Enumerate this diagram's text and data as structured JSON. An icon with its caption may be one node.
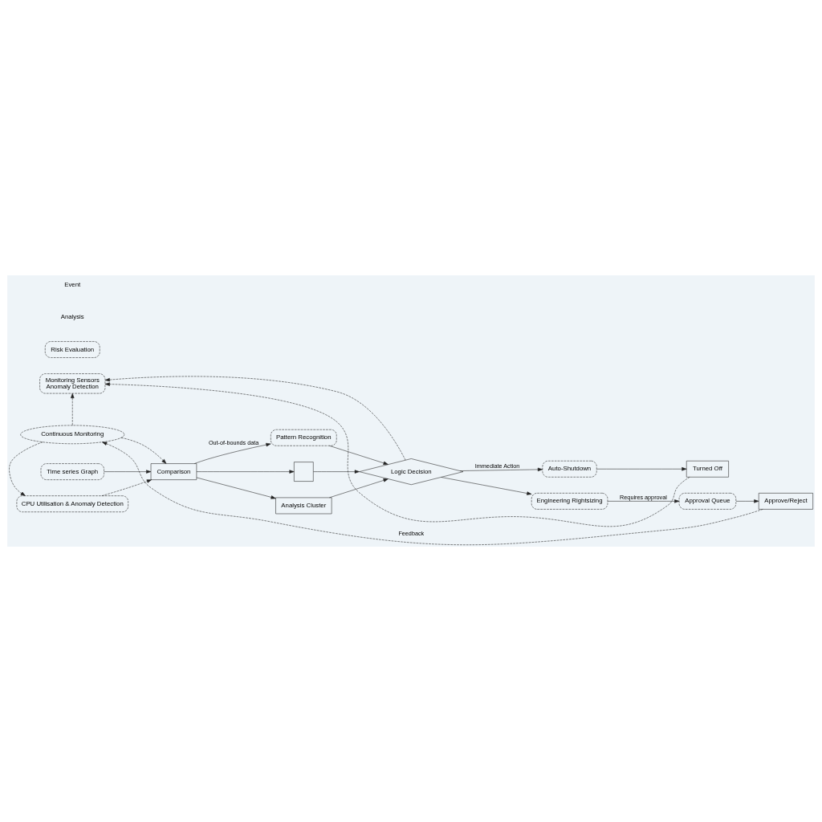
{
  "diagram": {
    "nodes": [
      {
        "text": [
          "Monitoring Sensors",
          "Anomaly Detection"
        ]
      },
      {
        "text": [
          "Time series Graph"
        ]
      },
      {
        "text": [
          "Comparison"
        ]
      },
      {
        "text": [
          "CPU Utilisation & Anomaly Detection"
        ]
      },
      {
        "text": [
          "Continuous Monitoring"
        ]
      },
      {
        "text": [
          "Pattern Recognition"
        ]
      },
      {
        "text": [
          "Risk Evaluation"
        ]
      },
      {
        "text": [],
        "shape": "box"
      },
      {
        "text": [
          "Analysis Cluster"
        ]
      },
      {
        "text": [
          "Logic Decision"
        ]
      },
      {
        "text": [
          "Auto-Shutdown"
        ]
      },
      {
        "text": [
          "Turned Off"
        ]
      },
      {
        "text": [
          "Engineering Rightsizing"
        ]
      },
      {
        "text": [
          "Approval Queue"
        ]
      },
      {
        "text": [
          "Approve/Reject"
        ]
      }
    ],
    "edges": [
      {
        "from": 1,
        "to": 2,
        "arrow": "to"
      },
      {
        "from": 3,
        "to": 2,
        "arrow": "to",
        "style": "dashed"
      },
      {
        "from": 4,
        "to": 3,
        "arrow": "to",
        "style": "dashed"
      },
      {
        "from": 4,
        "to": 2,
        "arrow": "to",
        "style": "dashed"
      },
      {
        "from": 4,
        "to": 0,
        "arrow": "to",
        "style": "dashed"
      },
      {
        "from": 2,
        "to": 5,
        "arrow": "to",
        "label": "Out-of-bounds data"
      },
      {
        "from": 2,
        "to": 7,
        "arrow": "to"
      },
      {
        "from": 2,
        "to": 8,
        "arrow": "to"
      },
      {
        "from": 5,
        "to": 9,
        "arrow": "to"
      },
      {
        "from": 7,
        "to": 9,
        "arrow": "to"
      },
      {
        "from": 8,
        "to": 9,
        "arrow": "to"
      },
      {
        "from": 9,
        "to": 10,
        "arrow": "to",
        "label": "Immediate Action"
      },
      {
        "from": 10,
        "to": 11,
        "arrow": "to"
      },
      {
        "from": 11,
        "to": 0,
        "arrow": "to",
        "style": "dashed"
      },
      {
        "from": 9,
        "to": 0,
        "arrow": "to",
        "style": "dashed"
      },
      {
        "from": 9,
        "to": 12,
        "arrow": "to"
      },
      {
        "from": 12,
        "to": 13,
        "arrow": "to",
        "label": "Requires approval"
      },
      {
        "from": 13,
        "to": 14,
        "arrow": "to"
      },
      {
        "from": 14,
        "to": 4,
        "arrow": "to",
        "style": "dashed",
        "label": "Feedback"
      }
    ],
    "labels": [
      "Analysis",
      "Event"
    ]
  }
}
